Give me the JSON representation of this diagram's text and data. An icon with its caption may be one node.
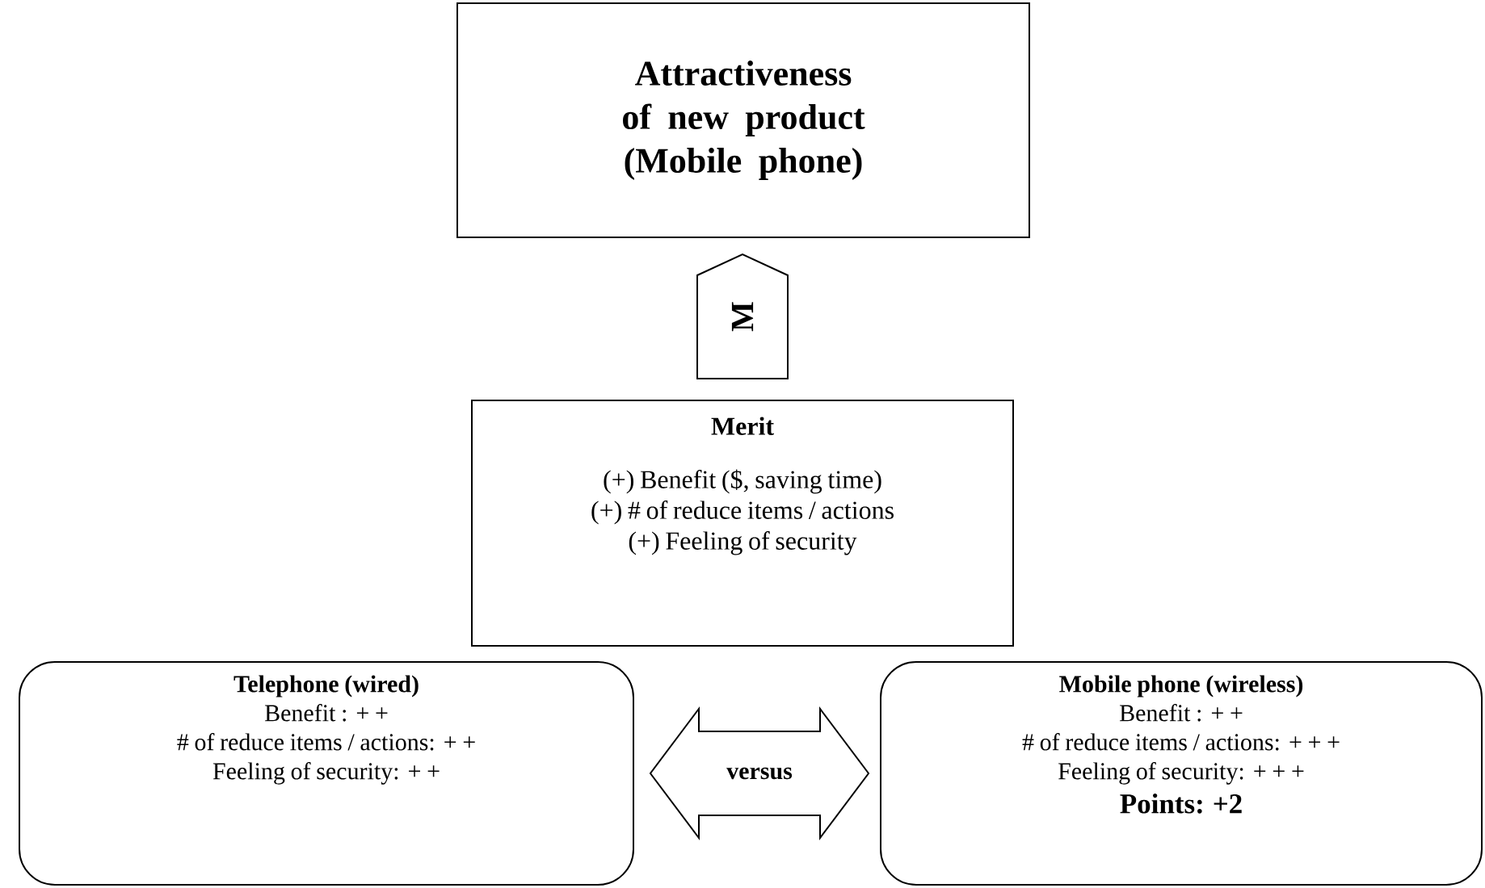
{
  "diagram": {
    "nodes": [
      {
        "text": [
          "Attractiveness of new product (Mobile phone)"
        ]
      },
      {
        "text": [
          "Merit",
          "(+) Benefit ($, saving time)",
          "(+) # of reduce items / actions",
          "(+) Feeling of security"
        ]
      },
      {
        "text": [
          "Telephone (wired)",
          "Benefit : + +",
          "# of reduce items / actions: + +",
          "Feeling of security: + +"
        ]
      },
      {
        "text": [
          "Mobile phone (wireless)",
          "Benefit : + +",
          "# of reduce items / actions: + + +",
          "Feeling of security: + + +",
          "Points: +2"
        ]
      }
    ],
    "edges": [
      {
        "from": 1,
        "to": 0,
        "arrow": "to",
        "label": "M"
      },
      {
        "from": 2,
        "to": 3,
        "arrow": "both",
        "label": "versus"
      }
    ]
  }
}
